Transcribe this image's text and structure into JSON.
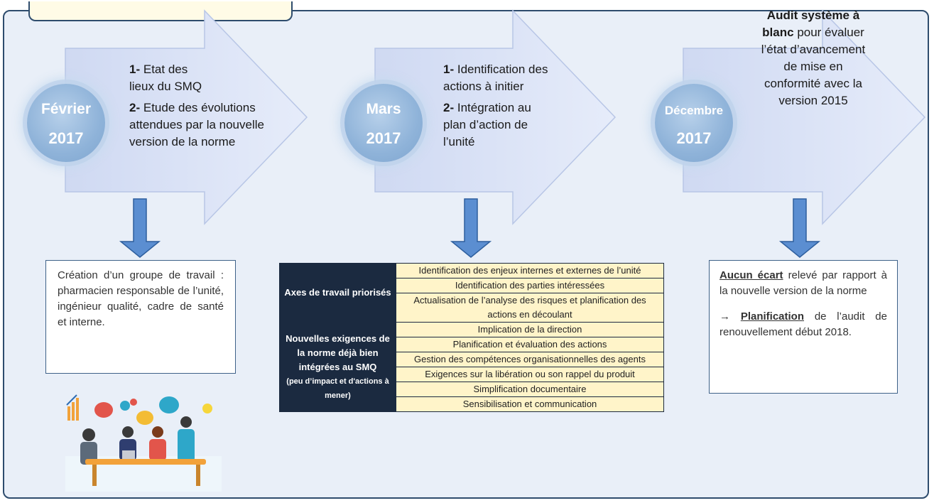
{
  "steps": [
    {
      "month": "Février",
      "year": "2017",
      "items": [
        {
          "num": "1-",
          "text": "Etat des lieux du SMQ"
        },
        {
          "num": "2-",
          "text": "Etude des évolutions attendues par la nouvelle version de la norme"
        }
      ]
    },
    {
      "month": "Mars",
      "year": "2017",
      "items": [
        {
          "num": "1-",
          "text": "Identification des actions à initier"
        },
        {
          "num": "2-",
          "text": "Intégration au plan d’action de l’unité"
        }
      ]
    },
    {
      "month": "Décembre",
      "year": "2017",
      "bold": "Audit système à blanc",
      "text": "pour évaluer l’état d’avancement de mise en conformité avec la version 2015"
    }
  ],
  "box1": "Création d’un groupe de travail : pharmacien responsable de l’unité, ingénieur qualité, cadre de santé et interne.",
  "box3": {
    "p1_bold": "Aucun écart",
    "p1_text": "relevé par rapport à la nouvelle version de la norme",
    "arrow": "→",
    "p2_bold": "Planification",
    "p2_text": "de l’audit de renouvellement début 2018."
  },
  "table": {
    "group1": {
      "header": "Axes de travail priorisés",
      "rows": [
        "Identification des enjeux internes et externes de l’unité",
        "Identification des parties intéressées",
        "Actualisation de l’analyse des risques et planification des actions en découlant"
      ]
    },
    "group2": {
      "header": "Nouvelles exigences de la norme déjà bien intégrées au SMQ",
      "note": "(peu d’impact et d'actions à mener)",
      "rows": [
        "Implication de la direction",
        "Planification et évaluation des actions",
        "Gestion des compétences organisationnelles des agents",
        "Exigences sur la libération ou son rappel du produit",
        "Simplification documentaire",
        "Sensibilisation et communication"
      ]
    }
  },
  "colors": {
    "panel_bg": "#e9eff8",
    "border": "#2e4c6d",
    "arrow_fill": "#dfe6f7",
    "down_arrow": "#5b8ed1",
    "table_header": "#1b2a40",
    "table_cell": "#fff4c9"
  }
}
